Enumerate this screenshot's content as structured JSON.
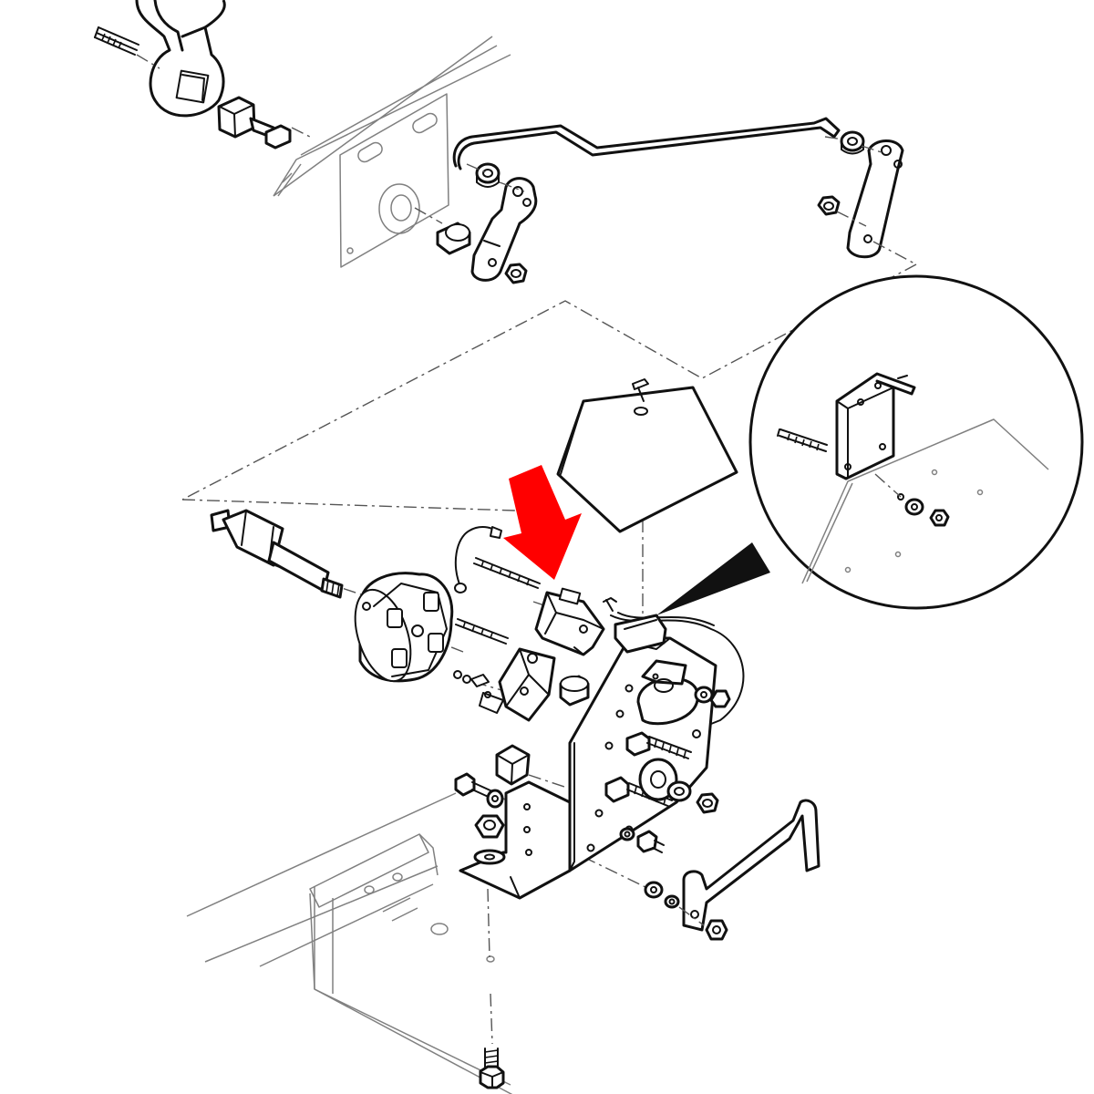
{
  "diagram": {
    "kind": "exploded-parts-illustration",
    "labels": [],
    "colors": {
      "line": "#111111",
      "faint_line": "#7a7a7a",
      "fill": "#ffffff",
      "callout_pointer": "#111111",
      "highlight_arrow": "#ff0000"
    },
    "callouts": [
      {
        "name": "detail-bracket-magnified",
        "shape": "circle"
      }
    ],
    "highlight": {
      "icon": "red-down-arrow-icon",
      "target": "switch-component"
    }
  }
}
